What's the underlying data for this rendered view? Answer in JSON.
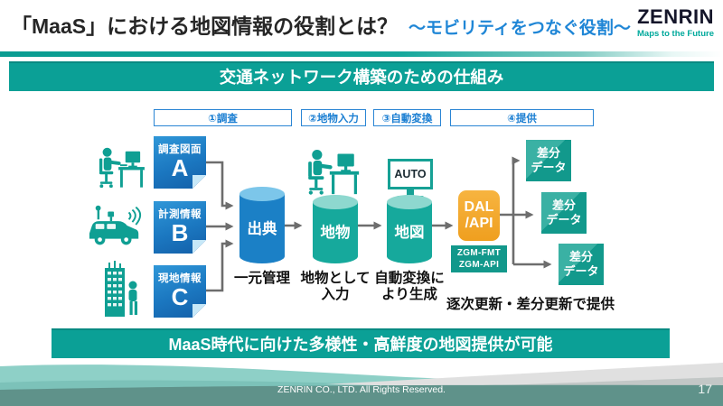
{
  "slide": {
    "header": {
      "title": "「MaaS」における地図情報の役割とは？",
      "subtitle": "～モビリティをつなぐ役割～",
      "logo_name": "ZENRIN",
      "logo_tagline": "Maps to the Future"
    },
    "top_banner": "交通ネットワーク構築のための仕組み",
    "steps": [
      "①調査",
      "②地物入力",
      "③自動変換",
      "④提供"
    ],
    "sources": [
      {
        "title": "調査図面",
        "letter": "A"
      },
      {
        "title": "計測情報",
        "letter": "B"
      },
      {
        "title": "現地情報",
        "letter": "C"
      }
    ],
    "flow": {
      "source_db": {
        "label": "出典",
        "caption": "一元管理"
      },
      "feature_db": {
        "label": "地物",
        "caption_line1": "地物として",
        "caption_line2": "入力"
      },
      "map_db": {
        "label": "地図",
        "caption_line1": "自動変換に",
        "caption_line2": "より生成",
        "auto_badge": "AUTO"
      },
      "api": {
        "line1": "DAL",
        "line2": "/API",
        "badge_line1": "ZGM-FMT",
        "badge_line2": "ZGM-API"
      },
      "outputs": [
        {
          "line1": "差分",
          "line2": "データ"
        },
        {
          "line1": "差分",
          "line2": "データ"
        },
        {
          "line1": "差分",
          "line2": "データ"
        }
      ],
      "outputs_caption": "逐次更新・差分更新で提供"
    },
    "bottom_banner": "MaaS時代に向けた多様性・高鮮度の地図提供が可能",
    "footer": {
      "copyright": "ZENRIN CO., LTD. All Rights Reserved.",
      "page": "17"
    },
    "colors": {
      "teal_banner": "#0ba096",
      "step_blue": "#1a7ed2",
      "card_blue": "#1b77c0",
      "cylinder_blue": "#1b80c6",
      "cylinder_teal": "#16a99c",
      "api_orange": "#f0a52c",
      "badge_teal": "#12988b",
      "arrow_gray": "#6d6d6d",
      "subtitle_blue": "#1f86d6",
      "logo_navy": "#15162a",
      "logo_teal": "#00a99c"
    }
  }
}
